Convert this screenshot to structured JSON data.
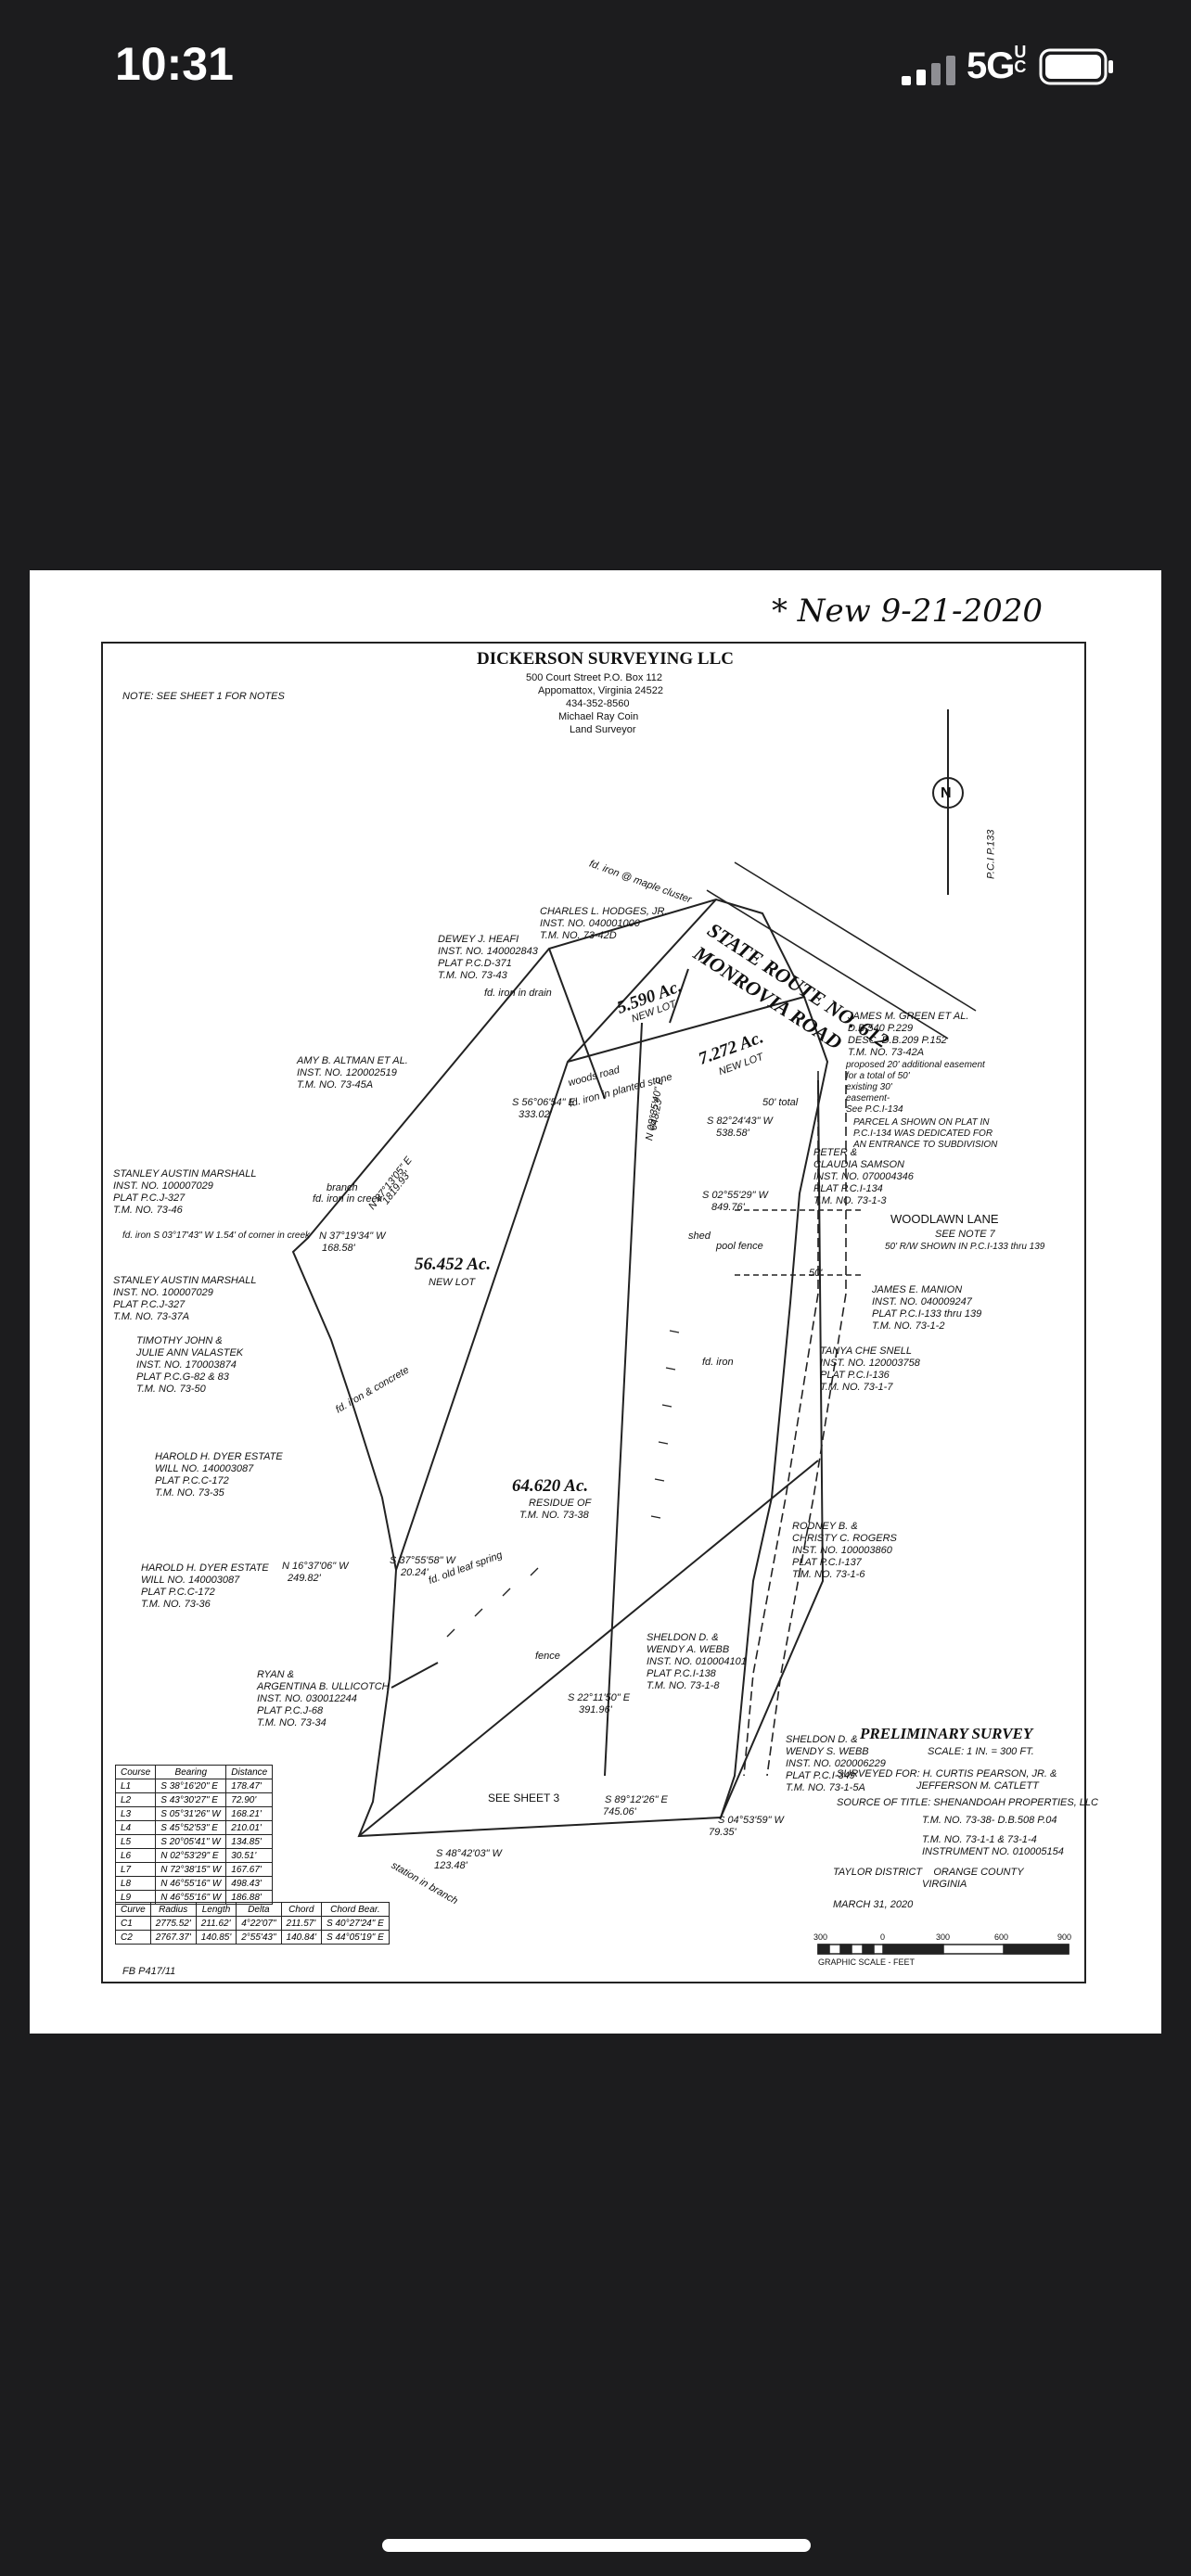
{
  "status_bar": {
    "time": "10:31",
    "network": "5G",
    "network_suffix": "UC"
  },
  "survey": {
    "handwritten_note": "* New  9-21-2020",
    "company": "DICKERSON SURVEYING LLC",
    "address_lines": [
      "500 Court Street P.O. Box 112",
      "Appomattox, Virginia 24522",
      "434-352-8560",
      "Michael Ray Coin",
      "Land Surveyor"
    ],
    "note": "NOTE: SEE SHEET 1 FOR NOTES",
    "north_label": "N",
    "pci_ref": "P.C.I P.133",
    "road_line1": "STATE ROUTE NO. 612",
    "road_line2": "MONROVIA ROAD",
    "lot_5590": {
      "area": "5.590 Ac.",
      "sub": "NEW LOT"
    },
    "lot_7272": {
      "area": "7.272 Ac.",
      "sub": "NEW LOT"
    },
    "lot_56452": {
      "area": "56.452 Ac.",
      "sub": "NEW LOT"
    },
    "lot_64620": {
      "area": "64.620 Ac.",
      "sub": "RESIDUE OF",
      "sub2": "T.M. NO. 73-38"
    },
    "woodlawn": {
      "line1": "WOODLAWN LANE",
      "line2": "SEE NOTE 7",
      "line3": "50' R/W SHOWN IN P.C.I-133 thru 139"
    },
    "see_sheet_3": "SEE SHEET 3",
    "owners": {
      "hodges": [
        "CHARLES L. HODGES, JR.",
        "INST. NO. 040001000",
        "T.M. NO. 73-42D"
      ],
      "heafi": [
        "DEWEY J. HEAFI",
        "INST. NO. 140002843",
        "PLAT P.C.D-371",
        "T.M. NO. 73-43"
      ],
      "altman": [
        "AMY B. ALTMAN ET AL.",
        "INST. NO. 120002519",
        "T.M. NO. 73-45A"
      ],
      "marshall1": [
        "STANLEY AUSTIN MARSHALL",
        "INST. NO. 100007029",
        "PLAT P.C.J-327",
        "T.M. NO. 73-46"
      ],
      "marshall2": [
        "STANLEY AUSTIN MARSHALL",
        "INST. NO. 100007029",
        "PLAT P.C.J-327",
        "T.M. NO. 73-37A"
      ],
      "valastek": [
        "TIMOTHY JOHN &",
        "JULIE ANN VALASTEK",
        "INST. NO. 170003874",
        "PLAT P.C.G-82 & 83",
        "T.M. NO. 73-50"
      ],
      "dyer1": [
        "HAROLD H. DYER ESTATE",
        "WILL NO. 140003087",
        "PLAT P.C.C-172",
        "T.M. NO. 73-35"
      ],
      "dyer2": [
        "HAROLD H. DYER ESTATE",
        "WILL NO. 140003087",
        "PLAT P.C.C-172",
        "T.M. NO. 73-36"
      ],
      "ullicotch": [
        "RYAN &",
        "ARGENTINA B. ULLICOTCH",
        "INST. NO. 030012244",
        "PLAT P.C.J-68",
        "T.M. NO. 73-34"
      ],
      "green": [
        "JAMES M. GREEN ET AL.",
        "D.B.540 P.229",
        "DESC. D.B.209 P.152",
        "T.M. NO. 73-42A"
      ],
      "samson": [
        "PETER &",
        "CLAUDIA SAMSON",
        "INST. NO. 070004346",
        "PLAT P.C.I-134",
        "T.M. NO. 73-1-3"
      ],
      "manion": [
        "JAMES E. MANION",
        "INST. NO. 040009247",
        "PLAT P.C.I-133 thru 139",
        "T.M. NO. 73-1-2"
      ],
      "snell": [
        "TANYA CHE SNELL",
        "INST. NO. 120003758",
        "PLAT P.C.I-136",
        "T.M. NO. 73-1-7"
      ],
      "rogers": [
        "RODNEY B. &",
        "CHRISTY C. ROGERS",
        "INST. NO. 100003860",
        "PLAT P.C.I-137",
        "T.M. NO. 73-1-6"
      ],
      "webb1": [
        "SHELDON D. &",
        "WENDY A. WEBB",
        "INST. NO. 010004101",
        "PLAT P.C.I-138",
        "T.M. NO. 73-1-8"
      ],
      "webb2": [
        "SHELDON D. &",
        "WENDY S. WEBB",
        "INST. NO. 020006229",
        "PLAT P.C.I-349",
        "T.M. NO. 73-1-5A"
      ]
    },
    "easement_notes": [
      "proposed 20' additional easement",
      "for a total of 50'",
      "existing 30'",
      "easement-",
      "See P.C.I-134"
    ],
    "parcel_note": [
      "PARCEL A SHOWN ON PLAT IN",
      "P.C.I-134 WAS DEDICATED FOR",
      "AN ENTRANCE TO SUBDIVISION"
    ],
    "bearings": [
      "S 56°06'54\" E",
      "333.02'",
      "N 87°13'05\" E",
      "1819.93'",
      "S 82°24'43\" W",
      "538.58'",
      "S 02°55'29\" W",
      "849.76'",
      "N 37°19'34\" W",
      "168.58'",
      "S 37°55'58\" W",
      "20.24'",
      "N 16°37'06\" W",
      "249.82'",
      "S 48°42'03\" W",
      "123.48'",
      "S 89°12'26\" E",
      "745.06'",
      "S 04°53'59\" W",
      "79.35'",
      "S 22°11'50\" E",
      "391.96'",
      "N 08°35'40\" E",
      "648.23'"
    ],
    "labels_misc": [
      "fd. iron",
      "fd. iron @ maple cluster",
      "fd. iron in drain",
      "fd. iron in creek",
      "fd. iron & concrete",
      "branch",
      "fence",
      "shed",
      "pool fence",
      "50' total",
      "50'",
      "fd. old leaf spring",
      "fd. iron S 03°17'43\" W 1.54' of corner in creek",
      "station in branch",
      "woods road",
      "fd. iron in planted stone"
    ],
    "line_table": {
      "headers": [
        "Course",
        "Bearing",
        "Distance"
      ],
      "rows": [
        [
          "L1",
          "S 38°16'20\" E",
          "178.47'"
        ],
        [
          "L2",
          "S 43°30'27\" E",
          "72.90'"
        ],
        [
          "L3",
          "S 05°31'26\" W",
          "168.21'"
        ],
        [
          "L4",
          "S 45°52'53\" E",
          "210.01'"
        ],
        [
          "L5",
          "S 20°05'41\" W",
          "134.85'"
        ],
        [
          "L6",
          "N 02°53'29\" E",
          "30.51'"
        ],
        [
          "L7",
          "N 72°38'15\" W",
          "167.67'"
        ],
        [
          "L8",
          "N 46°55'16\" W",
          "498.43'"
        ],
        [
          "L9",
          "N 46°55'16\" W",
          "186.88'"
        ]
      ]
    },
    "curve_table": {
      "headers": [
        "Curve",
        "Radius",
        "Length",
        "Delta",
        "Chord",
        "Chord Bear."
      ],
      "rows": [
        [
          "C1",
          "2775.52'",
          "211.62'",
          "4°22'07\"",
          "211.57'",
          "S 40°27'24\" E"
        ],
        [
          "C2",
          "2767.37'",
          "140.85'",
          "2°55'43\"",
          "140.84'",
          "S 44°05'19\" E"
        ]
      ]
    },
    "fb_ref": "FB P417/11",
    "title_block": {
      "title": "PRELIMINARY SURVEY",
      "scale": "SCALE: 1 IN. = 300 FT.",
      "surveyed_for": [
        "SURVEYED FOR: H. CURTIS PEARSON, JR. &",
        "JEFFERSON M. CATLETT"
      ],
      "source": "SOURCE OF TITLE: SHENANDOAH PROPERTIES, LLC",
      "tm_lines": [
        "T.M. NO. 73-38- D.B.508 P.04",
        "T.M. NO. 73-1-1 & 73-1-4",
        "INSTRUMENT NO. 010005154"
      ],
      "district": [
        "TAYLOR DISTRICT    ORANGE COUNTY",
        "VIRGINIA"
      ],
      "date": "MARCH 31, 2020",
      "graphic_scale_ticks": [
        "300",
        "0",
        "300",
        "600",
        "900"
      ],
      "graphic_scale_label": "GRAPHIC SCALE - FEET"
    }
  }
}
